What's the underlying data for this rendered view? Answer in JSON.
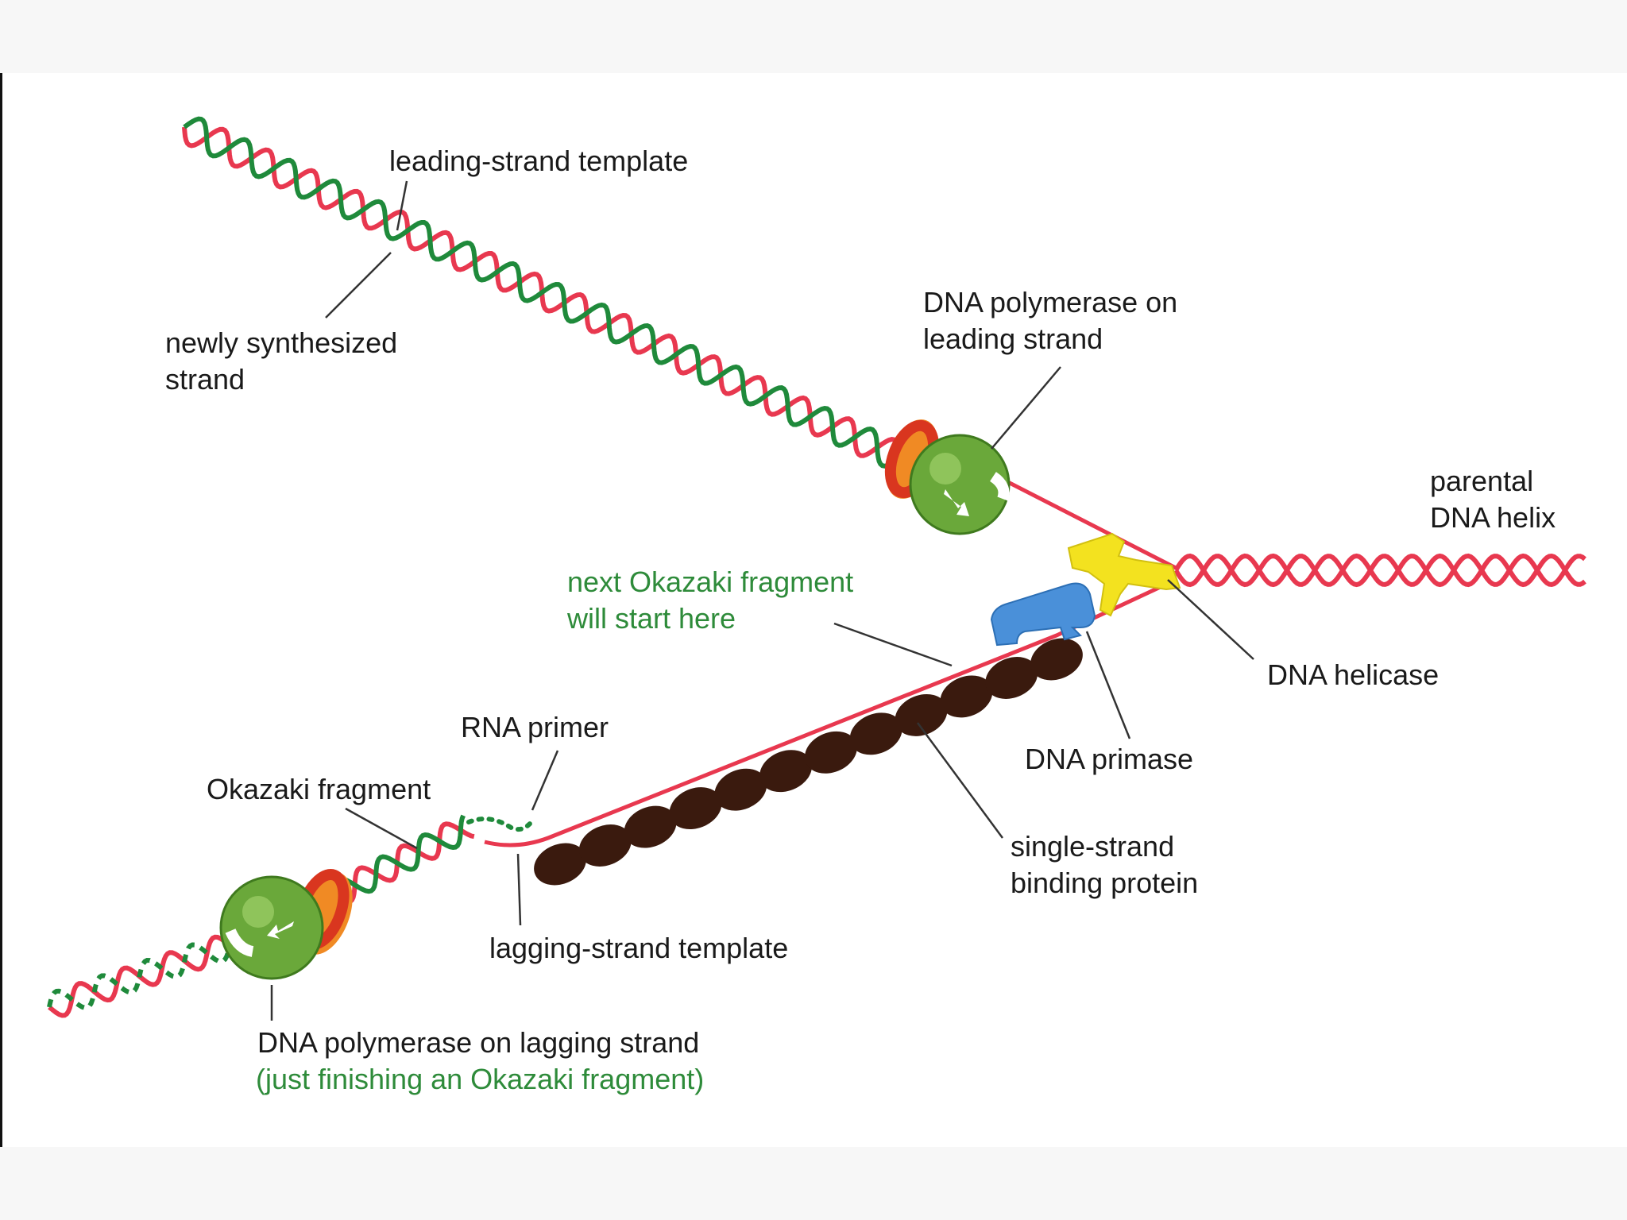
{
  "colors": {
    "template_strand": "#e8384f",
    "new_strand": "#1f8a3b",
    "polymerase": "#6aa83a",
    "clamp": "#d9361f",
    "clamp_back": "#f08a24",
    "helicase": "#f3e21f",
    "primase": "#4a90d9",
    "ssb": "#3a1a0e",
    "label": "#1a1a1a",
    "label_green": "#2e8b3a"
  },
  "labels": {
    "leading_template": "leading-strand template",
    "newly_synthesized_1": "newly synthesized",
    "newly_synthesized_2": "strand",
    "polymerase_leading_1": "DNA polymerase on",
    "polymerase_leading_2": "leading strand",
    "parental_1": "parental",
    "parental_2": "DNA helix",
    "next_okazaki_1": "next Okazaki fragment",
    "next_okazaki_2": "will start here",
    "helicase": "DNA helicase",
    "rna_primer": "RNA primer",
    "okazaki_fragment": "Okazaki fragment",
    "primase": "DNA primase",
    "ssb_1": "single-strand",
    "ssb_2": "binding protein",
    "lagging_template": "lagging-strand template",
    "polymerase_lagging_1": "DNA polymerase on lagging strand",
    "polymerase_lagging_2": "(just finishing an Okazaki fragment)"
  }
}
